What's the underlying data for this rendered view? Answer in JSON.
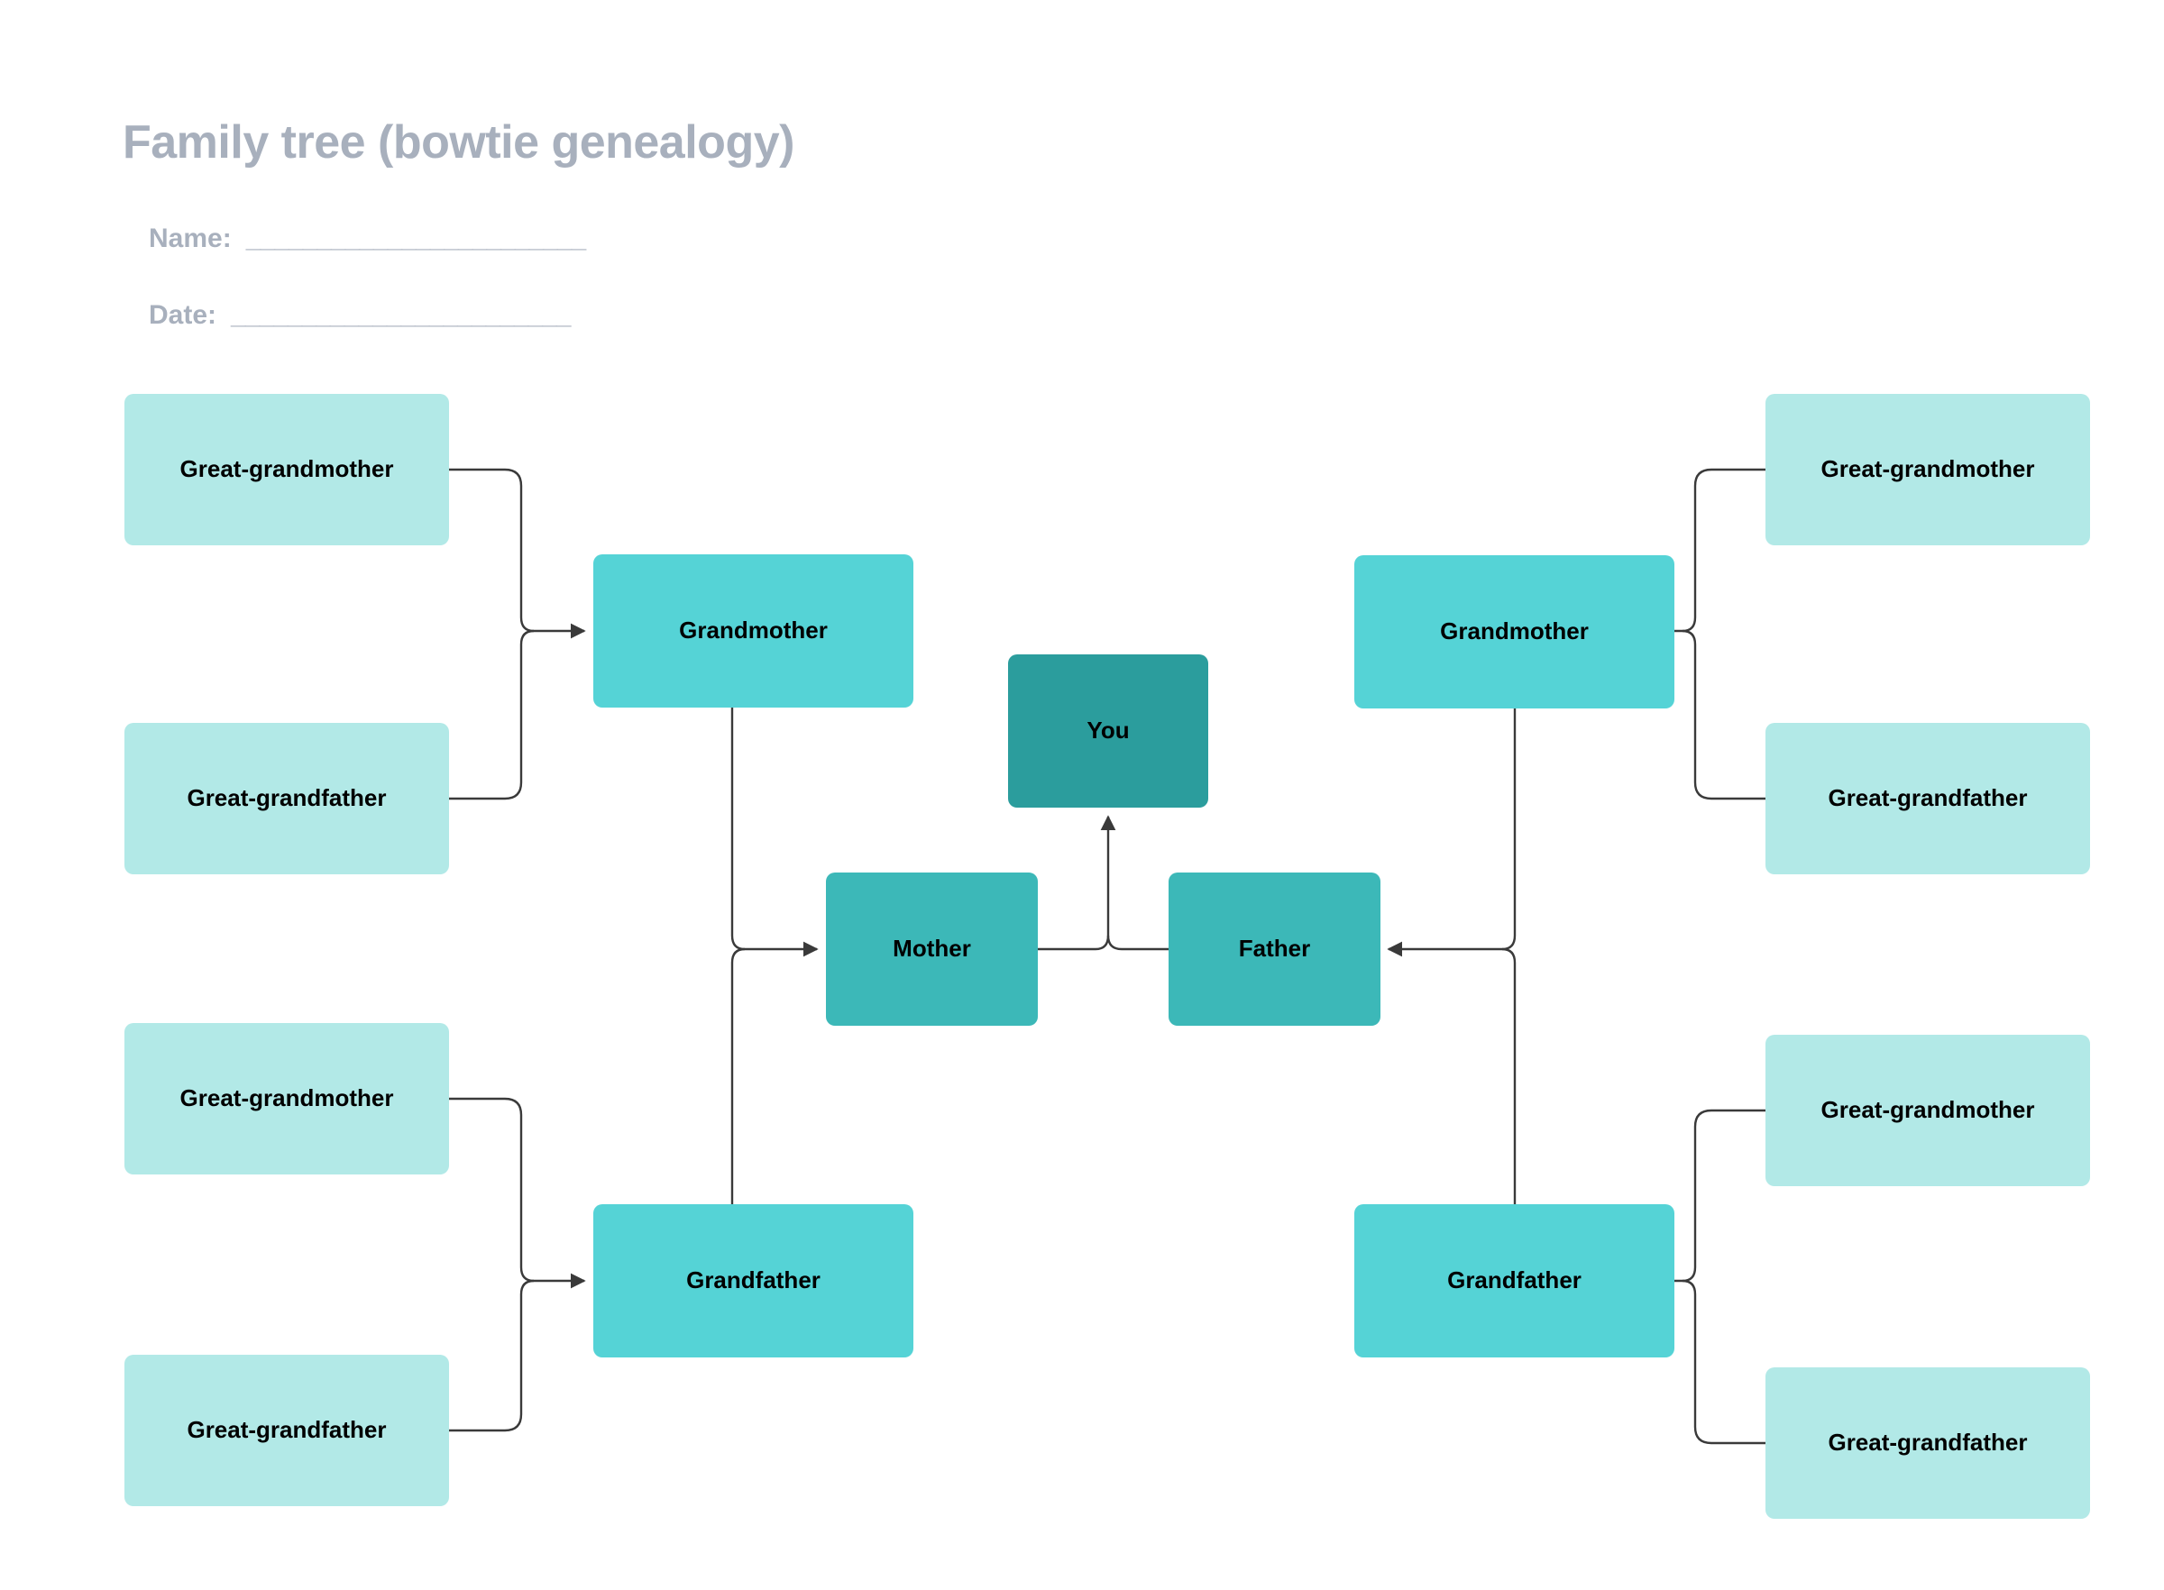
{
  "header": {
    "title": "Family tree (bowtie genealogy)",
    "fields": [
      {
        "label": "Name:",
        "blank": "________________________"
      },
      {
        "label": "Date:",
        "blank": "________________________"
      }
    ]
  },
  "colors": {
    "title": "#a8b0bd",
    "great_grandparent": "#b2e9e7",
    "grandparent": "#55d3d6",
    "parent": "#3cb8b8",
    "self": "#2b9d9d",
    "connector": "#3a3a3a",
    "background": "#ffffff"
  },
  "nodes": {
    "you": "You",
    "mother": "Mother",
    "father": "Father",
    "maternal_grandmother": "Grandmother",
    "maternal_grandfather": "Grandfather",
    "paternal_grandmother": "Grandmother",
    "paternal_grandfather": "Grandfather",
    "mgm_great_grandmother": "Great-grandmother",
    "mgm_great_grandfather": "Great-grandfather",
    "mgf_great_grandmother": "Great-grandmother",
    "mgf_great_grandfather": "Great-grandfather",
    "pgm_great_grandmother": "Great-grandmother",
    "pgm_great_grandfather": "Great-grandfather",
    "pgf_great_grandmother": "Great-grandmother",
    "pgf_great_grandfather": "Great-grandfather"
  }
}
